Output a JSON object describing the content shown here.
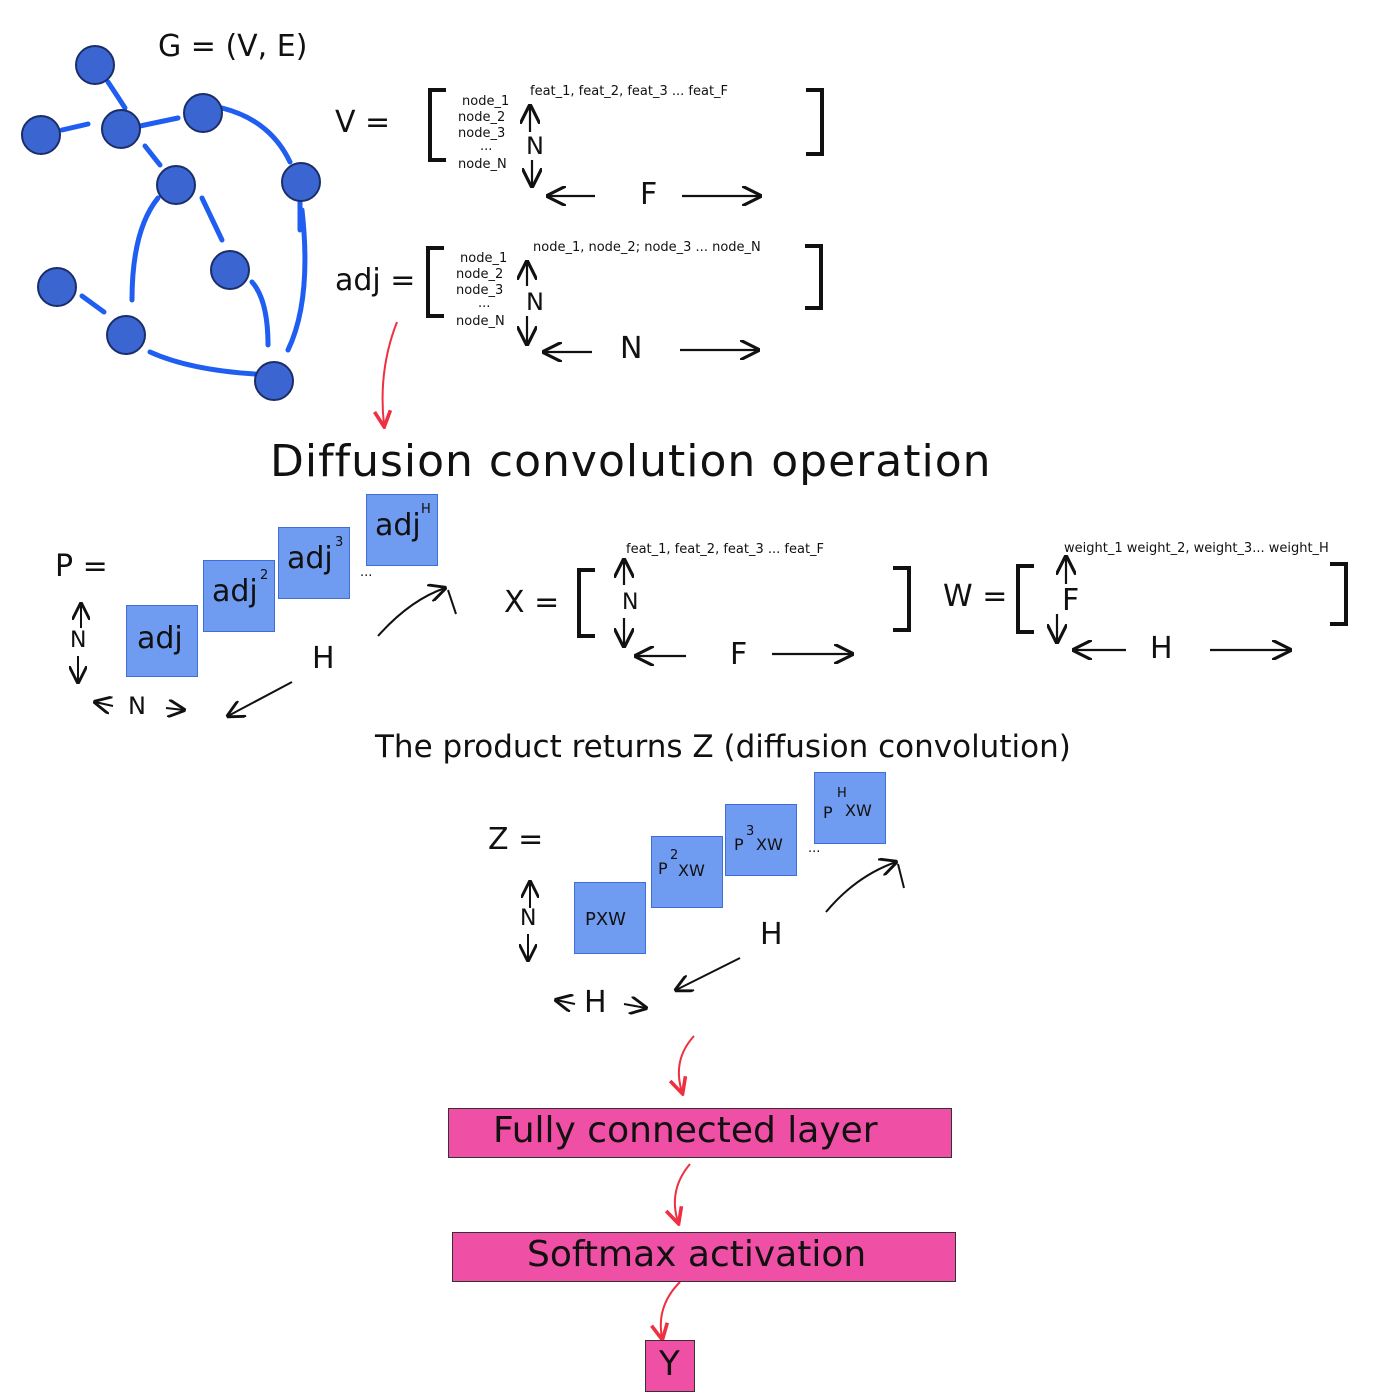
{
  "graph": {
    "title": "G = (V, E)",
    "node_color": "#3b66d1",
    "edge_color": "#1f5ef0"
  },
  "v_matrix": {
    "label": "V  =",
    "rows": [
      "node_1",
      "node_2",
      "node_3",
      "...",
      "node_N"
    ],
    "cols": "feat_1, feat_2, feat_3 ... feat_F",
    "row_dim": "N",
    "col_dim": "F"
  },
  "adj_matrix": {
    "label": "adj  =",
    "rows": [
      "node_1",
      "node_2",
      "node_3",
      "...",
      "node_N"
    ],
    "cols": "node_1, node_2; node_3 ... node_N",
    "row_dim": "N",
    "col_dim": "N"
  },
  "section_title": "Diffusion convolution operation",
  "p_tensor": {
    "label": "P  =",
    "boxes": [
      "adj",
      "adj",
      "adj",
      "adj"
    ],
    "powers": [
      "",
      "2",
      "3",
      "H"
    ],
    "ellipsis": "...",
    "depth_label": "H",
    "row_dim": "N",
    "col_dim": "N"
  },
  "x_matrix": {
    "label": "X  =",
    "cols": "feat_1, feat_2, feat_3 ... feat_F",
    "row_dim": "N",
    "col_dim": "F"
  },
  "w_matrix": {
    "label": "W =",
    "cols": "weight_1 weight_2, weight_3... weight_H",
    "row_dim": "F",
    "col_dim": "H"
  },
  "product_text": "The product returns Z (diffusion convolution)",
  "z_tensor": {
    "label": "Z  =",
    "boxes": [
      "PXW",
      "P",
      "P",
      "P"
    ],
    "powers": [
      "",
      "2",
      "3",
      "H"
    ],
    "suffix": "XW",
    "ellipsis": "...",
    "depth_label": "H",
    "row_dim": "N",
    "col_dim": "H"
  },
  "fc_layer": "Fully connected layer",
  "softmax": "Softmax activation",
  "output": "Y",
  "colors": {
    "box_fill": "#6f9bf0",
    "layer_fill": "#f04fa6",
    "flow_arrow": "#ee3040"
  }
}
